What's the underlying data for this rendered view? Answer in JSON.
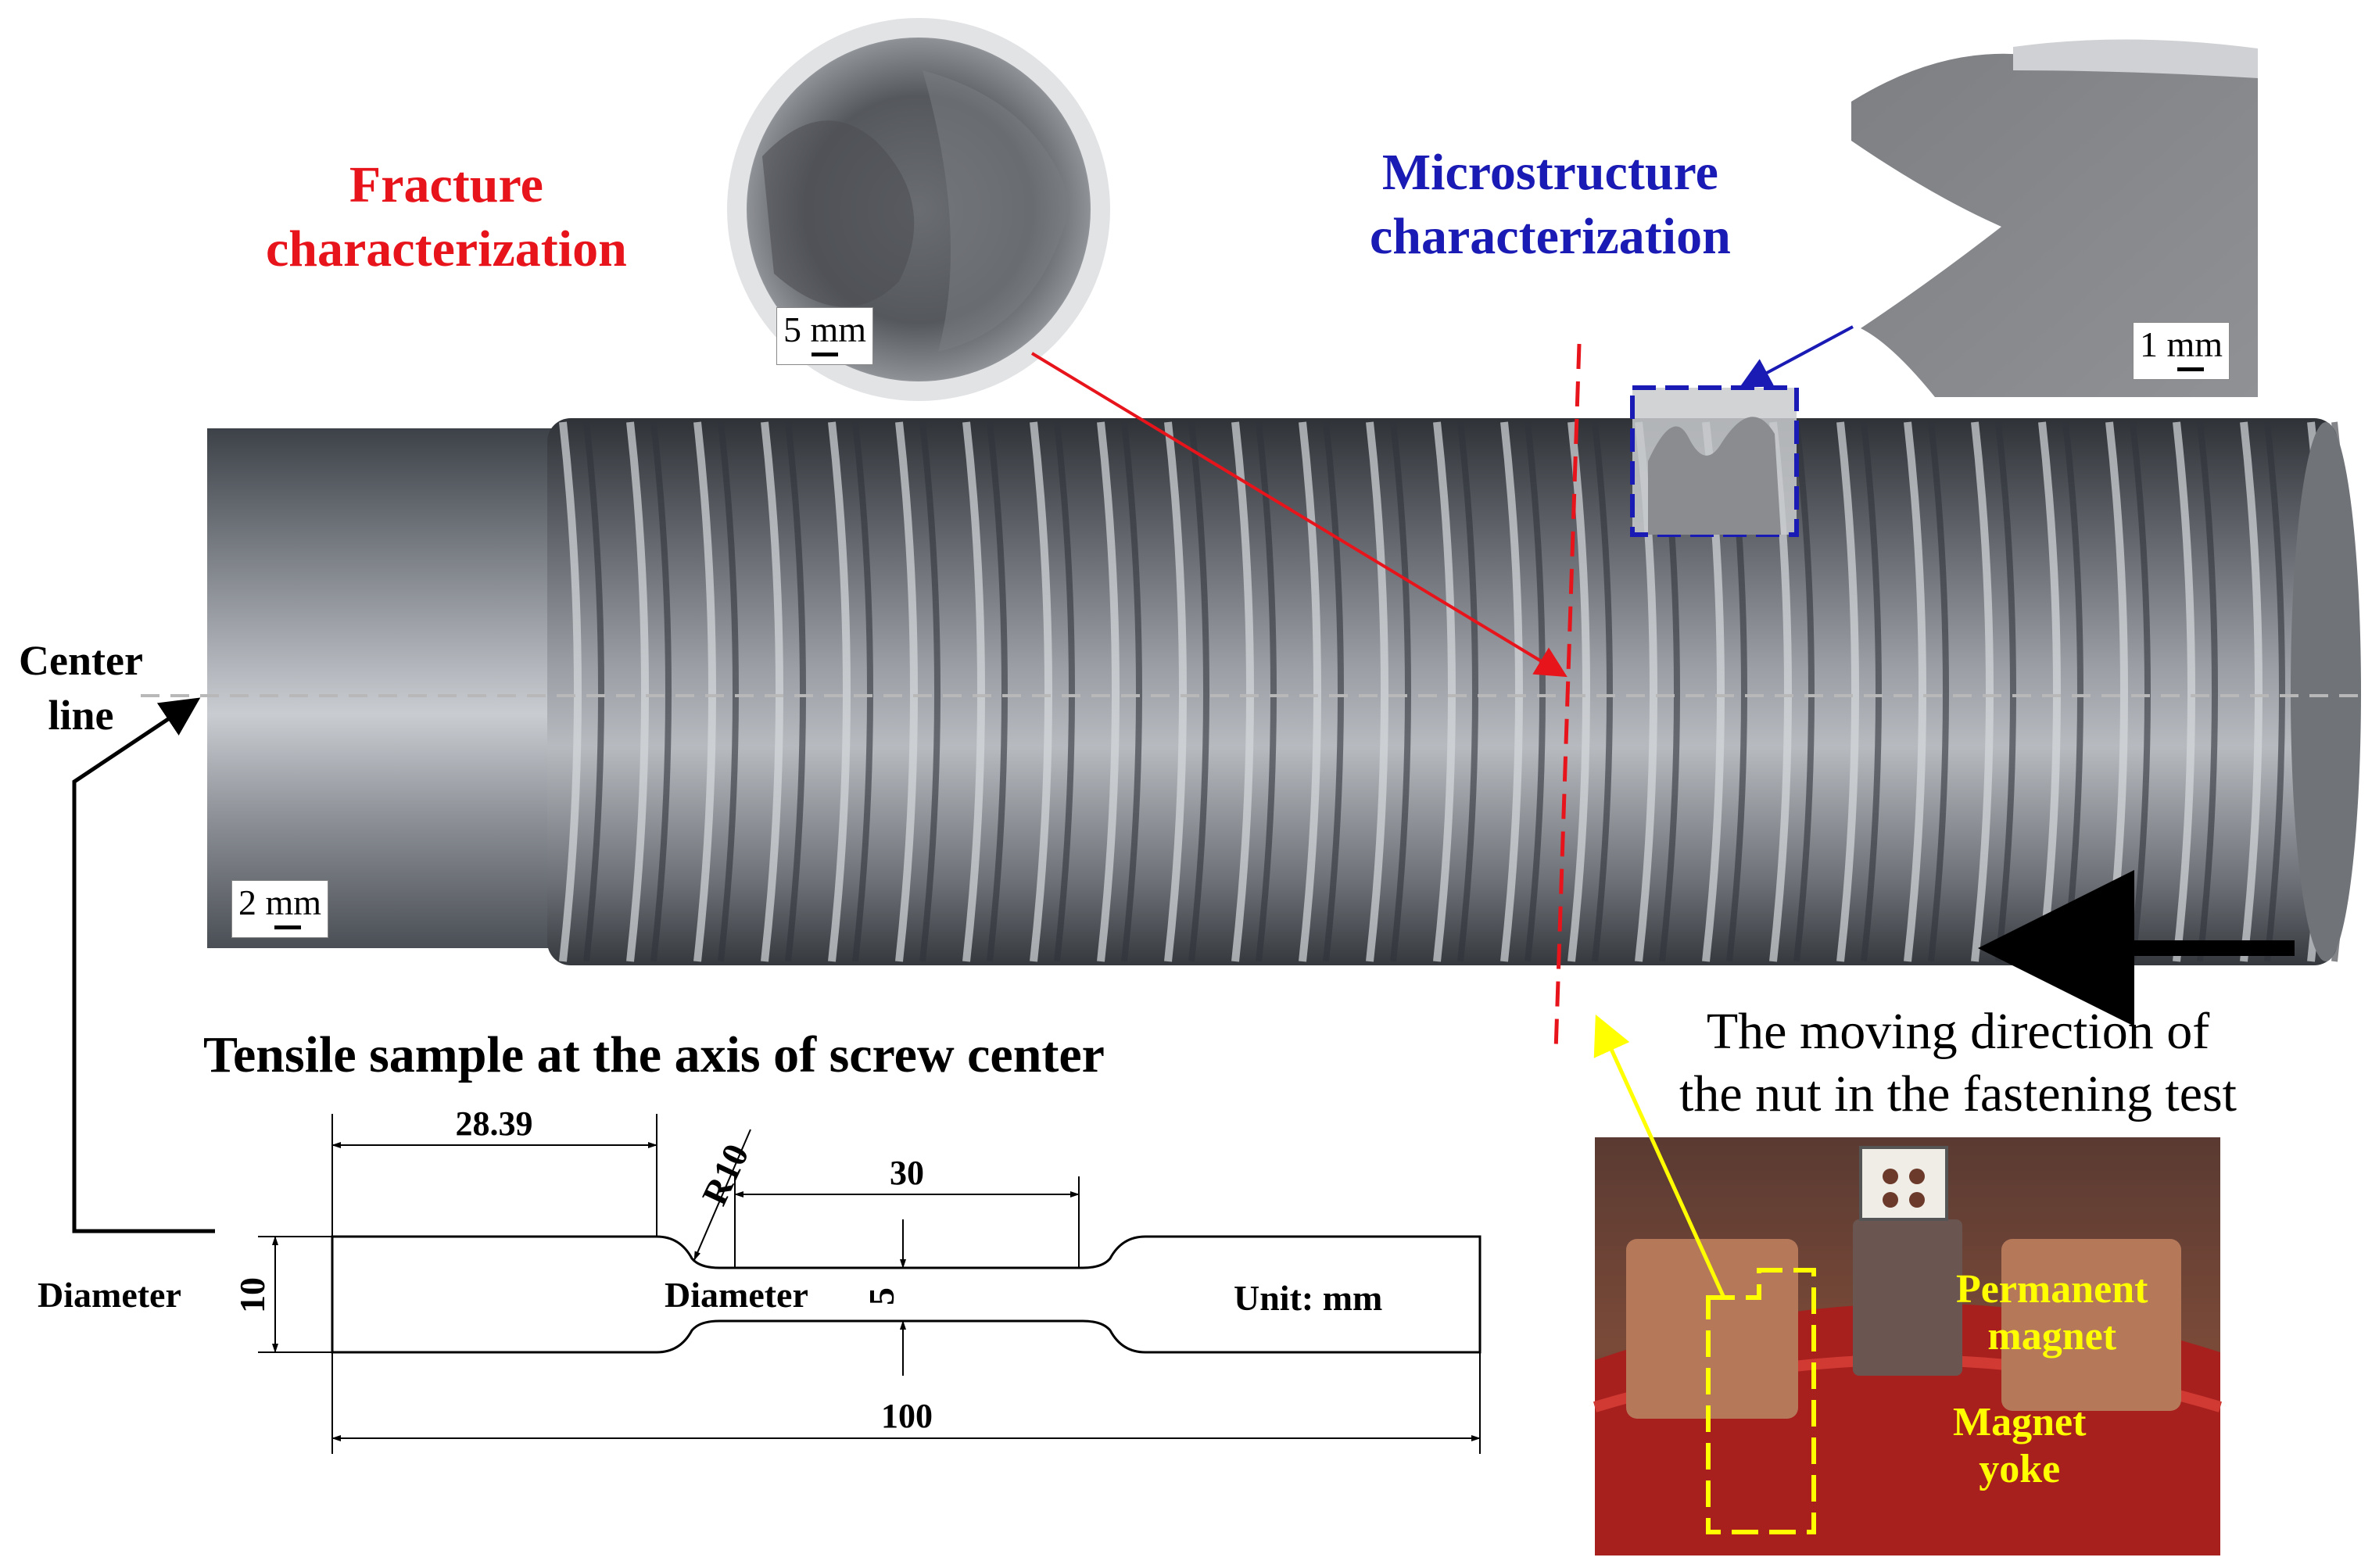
{
  "labels": {
    "fracture": "Fracture\ncharacterization",
    "microstructure": "Microstructure\ncharacterization",
    "center_line": "Center\nline",
    "moving_direction": "The moving direction of\nthe nut in the fastening test",
    "tensile_title": "Tensile sample at the axis of screw center",
    "permanent_magnet": "Permanent\nmagnet",
    "magnet_yoke": "Magnet\nyoke"
  },
  "scale_bars": {
    "fracture_photo": "5 mm",
    "micro_photo": "1 mm",
    "screw_photo": "2 mm"
  },
  "drawing": {
    "dim_left": "28.39",
    "dim_radius": "R10",
    "dim_gauge": "30",
    "dim_total": "100",
    "diameter_outer_label": "Diameter",
    "diameter_outer_value": "10",
    "diameter_inner_label": "Diameter",
    "diameter_inner_value": "5",
    "unit": "Unit: mm"
  },
  "colors": {
    "fracture_text": "#e8141b",
    "micro_text": "#1a1ab4",
    "magnet_text": "#ffff00",
    "arrow_red": "#e8141b",
    "arrow_blue": "#1a1ab4",
    "arrow_yellow": "#ffff00"
  }
}
